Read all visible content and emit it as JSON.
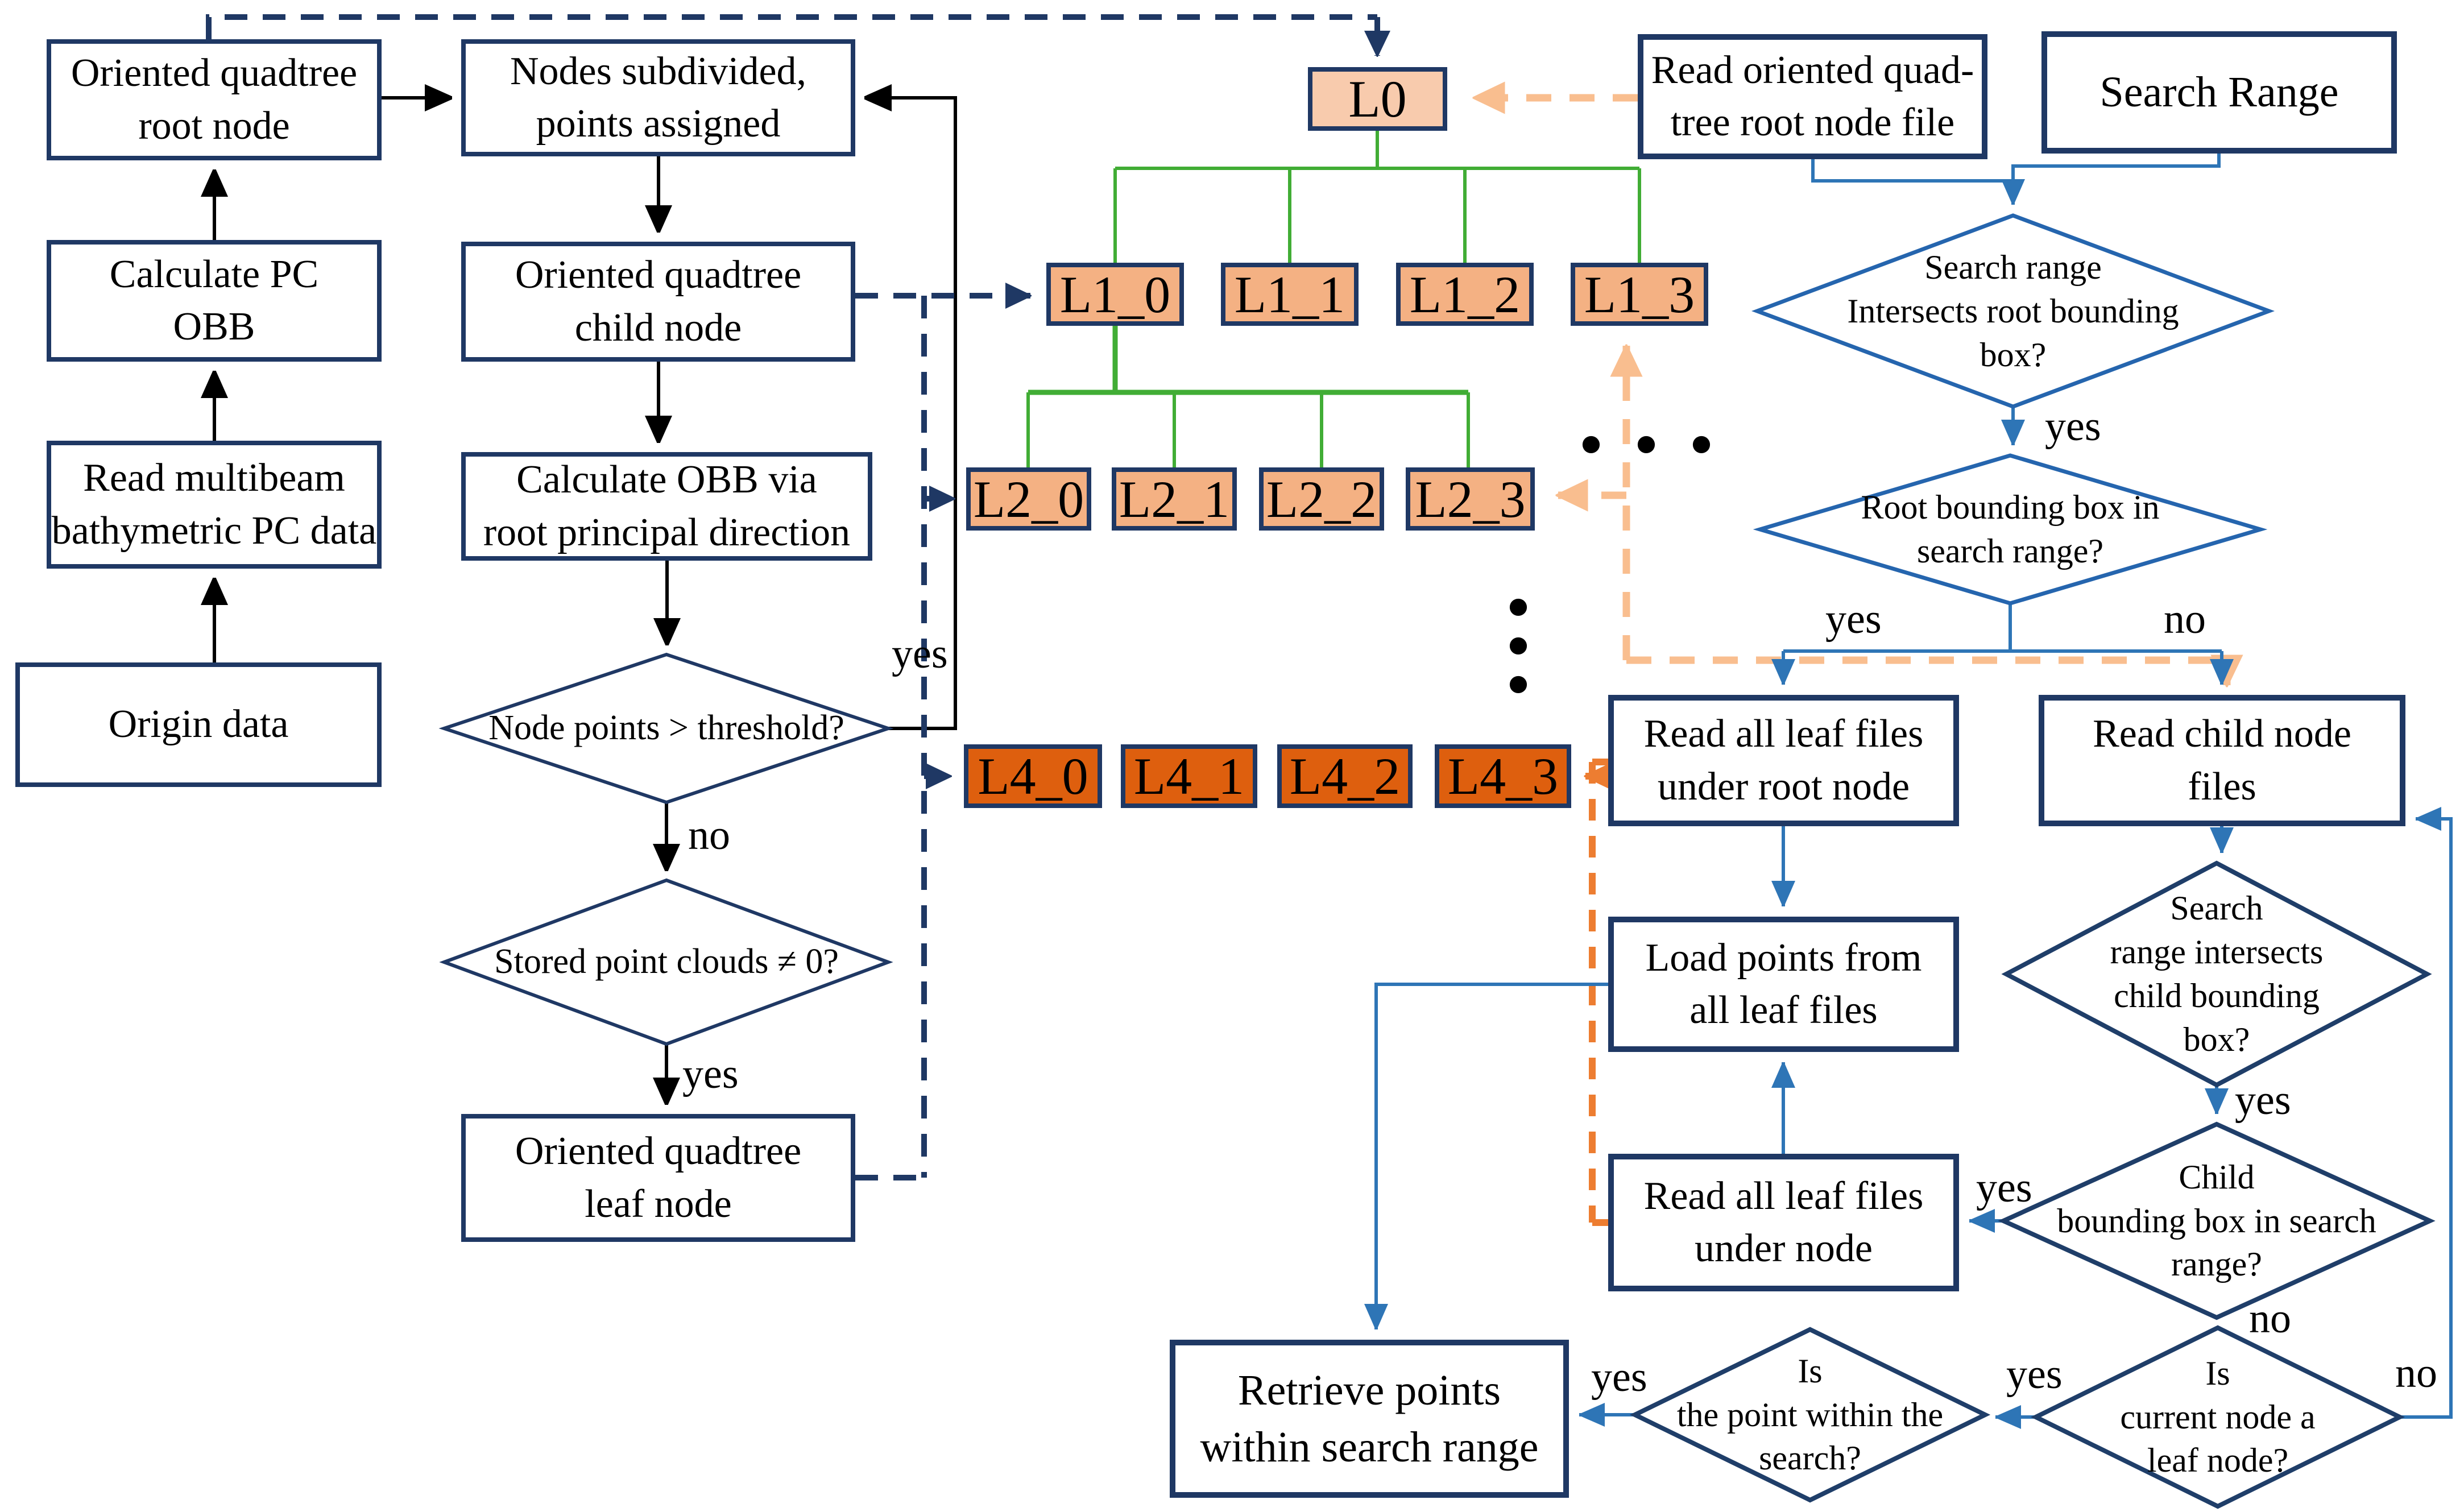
{
  "left_flow": {
    "origin_data": "Origin data",
    "read_multibeam": "Read multibeam\nbathymetric PC data",
    "calc_pc_obb": "Calculate PC\nOBB",
    "oriented_root": "Oriented quadtree\nroot node",
    "nodes_subdivided": "Nodes subdivided,\npoints assigned",
    "child_node": "Oriented quadtree\nchild node",
    "calc_obb_via_root": "Calculate OBB via\nroot principal direction",
    "threshold_q": "Node points > threshold?",
    "stored_q": "Stored point clouds ≠ 0?",
    "leaf_node": "Oriented quadtree\nleaf node"
  },
  "tree": {
    "l0": "L0",
    "l1": [
      "L1_0",
      "L1_1",
      "L1_2",
      "L1_3"
    ],
    "l2": [
      "L2_0",
      "L2_1",
      "L2_2",
      "L2_3"
    ],
    "l4": [
      "L4_0",
      "L4_1",
      "L4_2",
      "L4_3"
    ]
  },
  "right_flow": {
    "read_root_file": "Read oriented quad-\ntree root node file",
    "search_range": "Search Range",
    "d1_intersects_root": "Search range\nIntersects root bounding\nbox?",
    "d2_root_in_range": "Root bounding box in\nsearch range?",
    "read_leaf_root": "Read all leaf files\nunder root node",
    "read_child_files": "Read child node\nfiles",
    "load_points": "Load points from\nall leaf files",
    "d3_intersects_child": "Search\nrange intersects\nchild bounding\nbox?",
    "d4_child_in_range": "Child\nbounding box in search\nrange?",
    "read_leaf_node": "Read all leaf files\nunder node",
    "d5_is_leaf": "Is\ncurrent node a\nleaf node?",
    "d6_point_in_search": "Is\nthe point within the\nsearch?",
    "retrieve_points": "Retrieve points\nwithin search range"
  },
  "labels": {
    "yes": "yes",
    "no": "no"
  },
  "icons": {
    "dot": "•"
  },
  "colors": {
    "box_border": "#1F3864",
    "navy_dash": "#1F3864",
    "blue_arrow": "#2E75B6",
    "diamond_blue": "#2565AE",
    "diamond_navy": "#1F3E69",
    "green_tree": "#41AD35",
    "peach_dash": "#F9BE8F",
    "orange_dash": "#ED7D31",
    "l0_fill": "#F8CBAD",
    "l1_l2_fill": "#F4B183",
    "l4_fill": "#DE5F0E",
    "black": "#000000"
  }
}
